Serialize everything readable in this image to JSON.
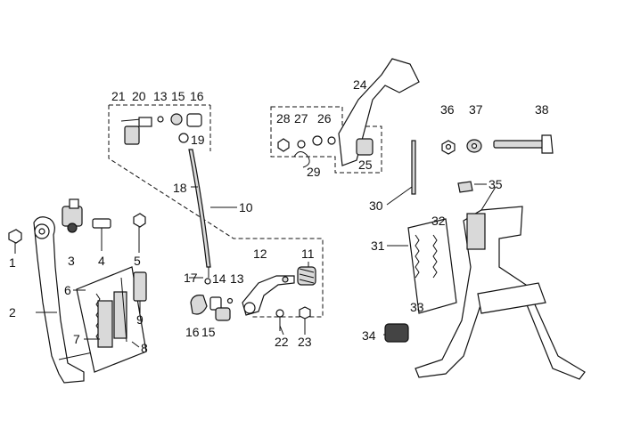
{
  "diagram": {
    "labels": {
      "p1": "1",
      "p2": "2",
      "p3": "3",
      "p4": "4",
      "p5": "5",
      "p6": "6",
      "p7": "7",
      "p8": "8",
      "p9": "9",
      "p10": "10",
      "p11": "11",
      "p12": "12",
      "p13a": "13",
      "p13b": "13",
      "p14": "14",
      "p15a": "15",
      "p15b": "15",
      "p16a": "16",
      "p16b": "16",
      "p17": "17",
      "p18": "18",
      "p19": "19",
      "p20": "20",
      "p21": "21",
      "p22": "22",
      "p23": "23",
      "p24": "24",
      "p25": "25",
      "p26": "26",
      "p27": "27",
      "p28": "28",
      "p29": "29",
      "p30": "30",
      "p31": "31",
      "p32": "32",
      "p33": "33",
      "p34": "34",
      "p35": "35",
      "p36": "36",
      "p37": "37",
      "p38": "38"
    }
  }
}
